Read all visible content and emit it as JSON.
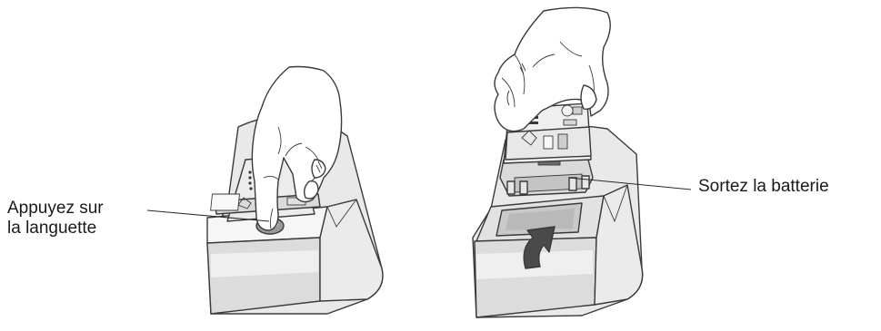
{
  "callouts": {
    "left": {
      "line1": "Appuyez sur",
      "line2": "la languette"
    },
    "right": {
      "line1": "Sortez la batterie"
    }
  },
  "colors": {
    "outline": "#3a3a3a",
    "light_fill": "#f4f4f4",
    "mid_fill": "#e6e6e6",
    "shade_fill": "#d2d2d2",
    "dark_fill": "#8a8a8a",
    "arrow_fill": "#4a4a4a"
  },
  "figure": {
    "panels": [
      "press-tab-step",
      "remove-battery-step"
    ],
    "icons": [
      "hand-icon",
      "battery-pack-icon",
      "charger-cradle-icon",
      "curved-arrow-icon"
    ]
  }
}
